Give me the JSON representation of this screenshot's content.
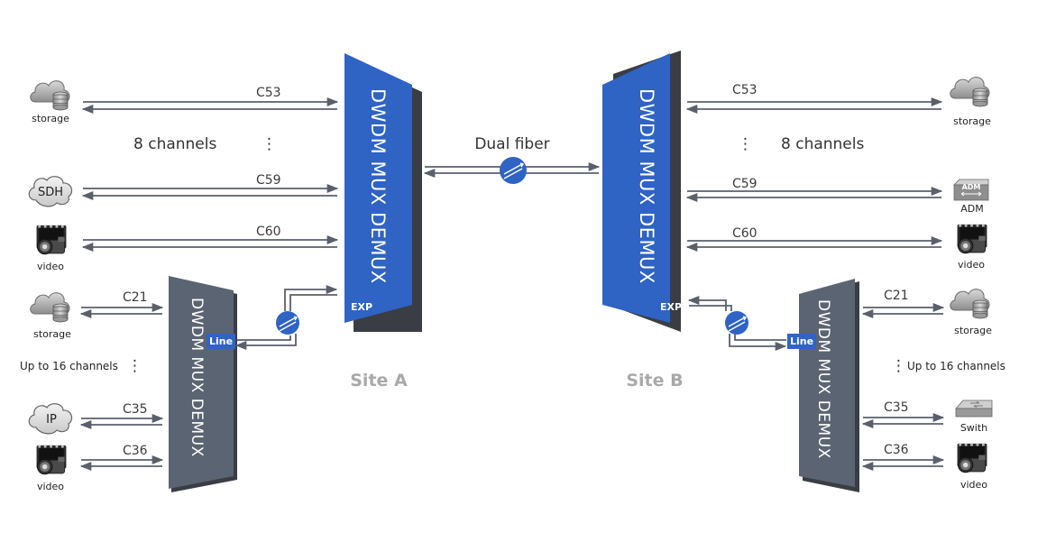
{
  "site_a": {
    "label": "Site A",
    "main_mux_label": "DWDM MUX DEMUX",
    "exp_port": "EXP",
    "channels_text": "8 channels",
    "main_channels": [
      {
        "label": "C53",
        "device": "storage",
        "device_icon": "storage-icon"
      },
      {
        "label": "C59",
        "device": "SDH",
        "device_icon": "sdh-cloud-icon"
      },
      {
        "label": "C60",
        "device": "video",
        "device_icon": "video-camera-icon"
      }
    ],
    "sub_mux_label": "DWDM MUX DEMUX",
    "line_port": "Line",
    "sub_channels_text": "Up to 16 channels",
    "sub_channels": [
      {
        "label": "C21",
        "device": "storage",
        "device_icon": "storage-icon"
      },
      {
        "label": "C35",
        "device": "IP",
        "device_icon": "ip-cloud-icon"
      },
      {
        "label": "C36",
        "device": "video",
        "device_icon": "video-camera-icon"
      }
    ]
  },
  "link": {
    "label": "Dual fiber"
  },
  "site_b": {
    "label": "Site B",
    "main_mux_label": "DWDM MUX DEMUX",
    "exp_port": "EXP",
    "channels_text": "8 channels",
    "main_channels": [
      {
        "label": "C53",
        "device": "storage",
        "device_icon": "storage-icon"
      },
      {
        "label": "C59",
        "device": "ADM",
        "device_icon": "adm-icon",
        "icon_text": "ADM"
      },
      {
        "label": "C60",
        "device": "video",
        "device_icon": "video-camera-icon"
      }
    ],
    "sub_mux_label": "DWDM MUX DEMUX",
    "line_port": "Line",
    "sub_channels_text": "Up to 16 channels",
    "sub_channels": [
      {
        "label": "C21",
        "device": "storage",
        "device_icon": "storage-icon"
      },
      {
        "label": "C35",
        "device": "Swith",
        "device_icon": "switch-icon"
      },
      {
        "label": "C36",
        "device": "video",
        "device_icon": "video-camera-icon"
      }
    ]
  },
  "colors": {
    "main_mux": "#2f63c4",
    "sub_mux": "#5b6472",
    "shadow": "#3a3d44",
    "coupler": "#2f63c4",
    "line": "#5a5f6b",
    "site_label": "#a9a9a9"
  }
}
